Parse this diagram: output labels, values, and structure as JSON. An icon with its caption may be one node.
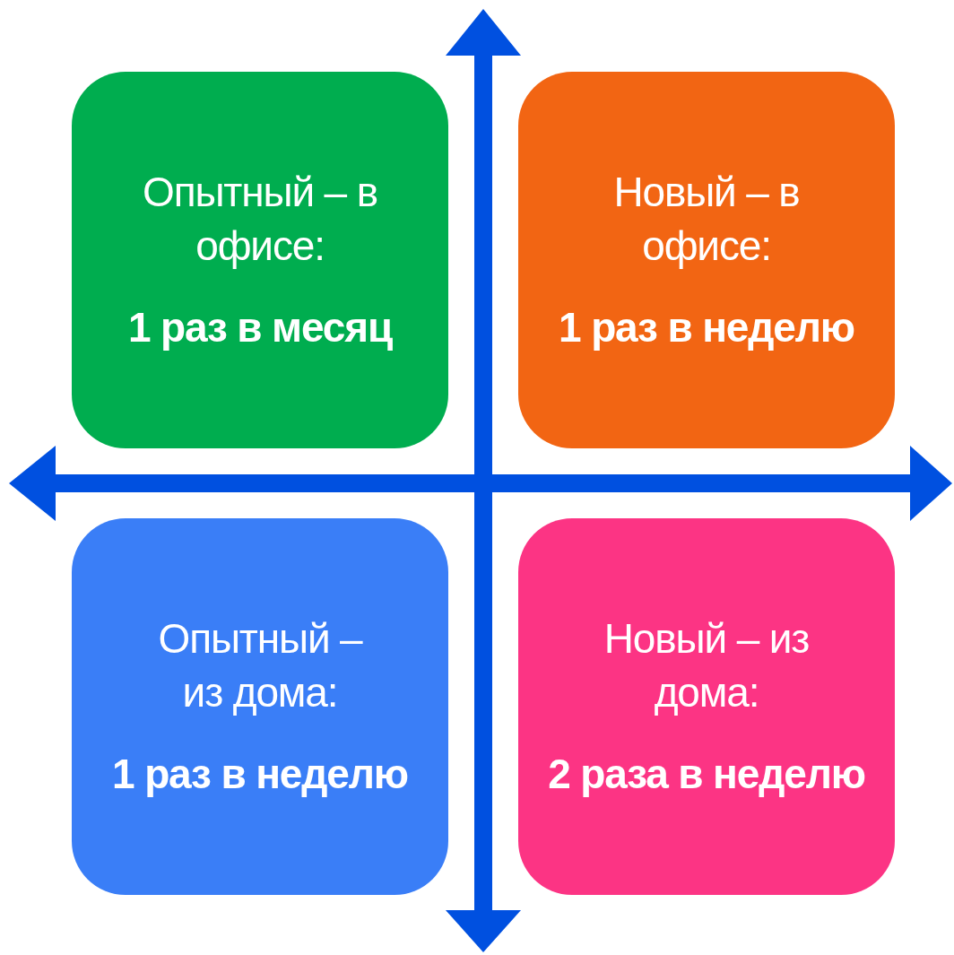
{
  "diagram": {
    "nodes": [
      {
        "text": [
          "Опытный – в офисе:",
          "1 раз в месяц"
        ]
      },
      {
        "text": [
          "Новый – в офисе:",
          "1 раз в неделю"
        ]
      },
      {
        "text": [
          "Опытный – из дома:",
          "1 раз в неделю"
        ]
      },
      {
        "text": [
          "Новый – из дома:",
          "2 раза в неделю"
        ]
      }
    ]
  }
}
